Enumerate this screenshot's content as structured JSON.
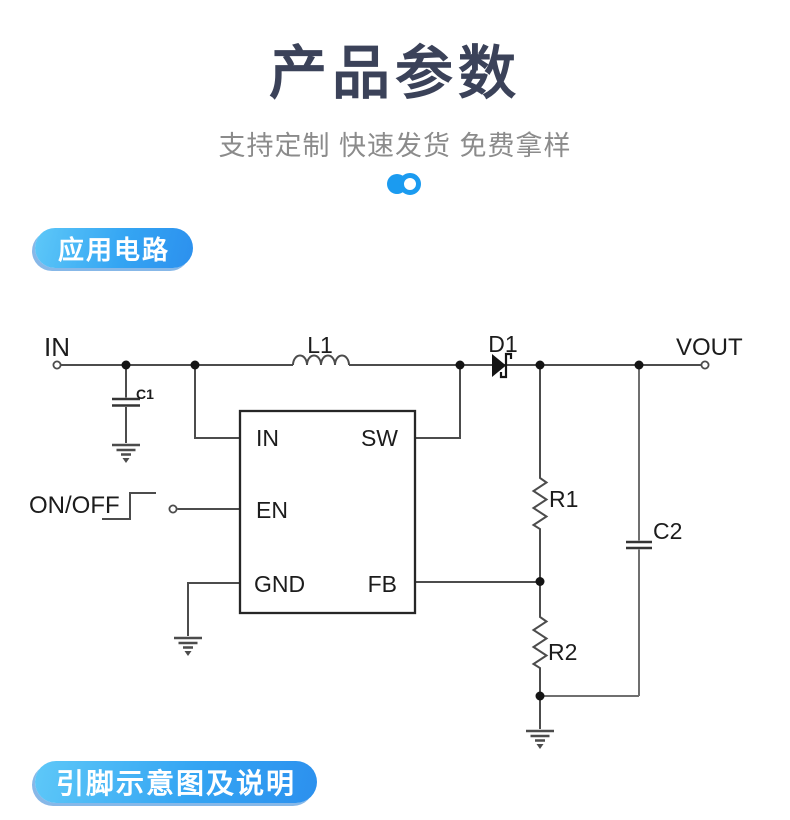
{
  "header": {
    "title": "产品参数",
    "subtitle": "支持定制 快速发货 免费拿样"
  },
  "sections": {
    "circuit_badge": "应用电路",
    "pin_badge": "引脚示意图及说明"
  },
  "colors": {
    "title_text": "#3b4259",
    "subtitle_text": "#8b8b8b",
    "accent_blue": "#1b9bf0",
    "badge_gradient_start": "#5ec8f8",
    "badge_gradient_end": "#2c90ee",
    "wire": "#4c4c4c",
    "background": "#ffffff"
  },
  "circuit": {
    "labels": {
      "input": "IN",
      "output": "VOUT",
      "enable_signal": "ON/OFF",
      "inductor": "L1",
      "diode": "D1",
      "input_cap": "C1",
      "output_cap": "C2",
      "resistor_top": "R1",
      "resistor_bottom": "R2"
    },
    "ic_pins": {
      "in": "IN",
      "sw": "SW",
      "en": "EN",
      "gnd": "GND",
      "fb": "FB"
    }
  }
}
